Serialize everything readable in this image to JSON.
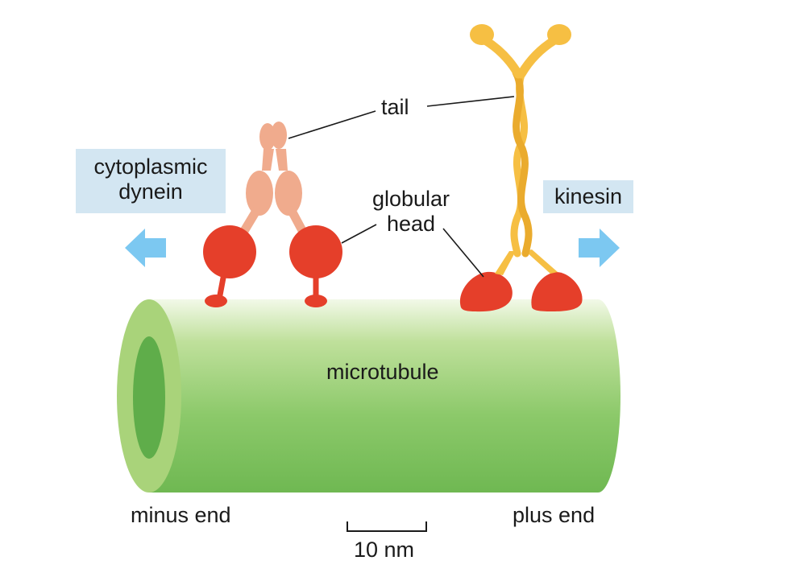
{
  "labels": {
    "tail": "tail",
    "globular_head_line1": "globular",
    "globular_head_line2": "head",
    "cytoplasmic_dynein_line1": "cytoplasmic",
    "cytoplasmic_dynein_line2": "dynein",
    "kinesin": "kinesin",
    "microtubule": "microtubule",
    "minus_end": "minus end",
    "plus_end": "plus end",
    "scale_bar": "10 nm"
  },
  "colors": {
    "microtubule_body": "#8cc96a",
    "microtubule_rim": "#a9d37a",
    "microtubule_lumen": "#5fad4a",
    "dynein_head": "#e53f2a",
    "dynein_tail": "#f0ab8d",
    "kinesin_head": "#e53f2a",
    "kinesin_tail": "#f6bf43",
    "arrow": "#7cc8f1",
    "label_box": "#d3e6f2"
  }
}
